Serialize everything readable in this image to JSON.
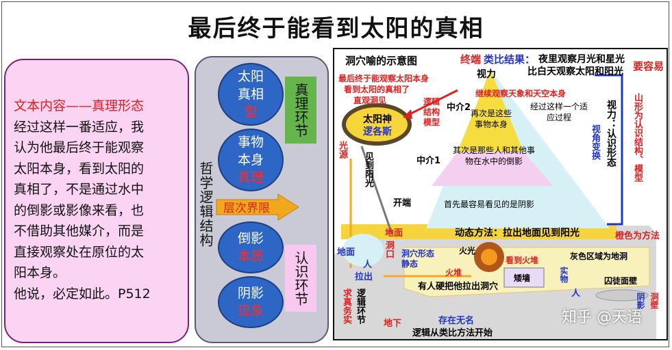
{
  "title": "最后终于能看到太阳的真相",
  "left_panel": {
    "heading": "文本内容——真理形态",
    "lines": [
      "经过这样一番适应，我",
      "认为他最后终于能观察",
      "太阳本身，看到太阳的",
      "真相了，不是通过水中",
      "的倒影或影像来看，也",
      "不借助其他媒介，而是",
      "直接观察处在原位的太",
      "阳本身。",
      "他说，必定如此。P512"
    ]
  },
  "middle_panel": {
    "circles": [
      {
        "line1": "太阳",
        "line2": "真相",
        "line3": "型"
      },
      {
        "line1": "事物",
        "line2": "本身",
        "line3": "真理"
      },
      {
        "line1": "倒影",
        "line2": "本质"
      },
      {
        "line1": "阴影",
        "line2": "现象"
      }
    ],
    "arrow_label": "层次界限",
    "vertical_label": "哲学逻辑结构",
    "green_label": "真理环节",
    "pink_label": "认识环节"
  },
  "diagram": {
    "heading": "洞穴喻的示意图",
    "end_label": "终端",
    "analogy_result_label": "类比结果：",
    "analogy_result_line1": "夜里观察月光和星光",
    "analogy_result_line2": "比白天观察太阳和阳光",
    "easier": "要容易",
    "vision": "视力",
    "red_note_1": "最后终于能观察太阳本身",
    "red_note_2": "看到太阳的真相了",
    "red_note_3": "直观洞见",
    "sun_god_1": "太阳神",
    "sun_god_2": "逻各斯",
    "logic_model": "逻辑结构模型",
    "continue_obs": "继续观察天象和天空本身",
    "medium2": "中介2",
    "again": "再次是这些事物本身",
    "after_process": "经过这样一个适应过程",
    "vision_form": "视力：认识形态",
    "perspective": "视角变换",
    "medium1": "中介1",
    "second": "其次是那些人和其他事物在水中的倒影",
    "start": "开端",
    "first": "首先最容易看见的是阴影",
    "light_source": "光源",
    "see_sun": "见到阳光",
    "mountain": "山形为认识结构、模型",
    "ground": "地面",
    "dynamic": "动态方法：拉出地面见到阳光",
    "orange_method": "橙色为方法",
    "ground_left": "地面",
    "cave_mouth": "洞口",
    "person": "人",
    "pull_out": "拉出",
    "cave_static": "洞穴形态静态",
    "fire_light": "火光",
    "fire_pile": "火堆",
    "see_fire": "看到火堆",
    "low_wall": "矮墙",
    "gray_area": "灰色区域为地洞",
    "real_obj": "实物",
    "person2": "人",
    "prisoner_wall": "囚徒面壁",
    "shadow": "阴影",
    "cave_wall": "洞壁",
    "someone_pull": "有人硬把他拉出洞穴",
    "seek_truth": "求真务实",
    "logic_link": "逻辑环节",
    "underground": "地下",
    "exists_nameless": "存在无名",
    "logic_start": "逻辑从类比方法开始"
  },
  "watermark": "知乎 @天语",
  "colors": {
    "pink_panel": "#fbd3f3",
    "blue_circle": "#2d66c5",
    "green_box": "#65b64a",
    "gray_panel": "#c9cad6",
    "accent_red": "#e0201e",
    "accent_blue": "#2234c8"
  }
}
